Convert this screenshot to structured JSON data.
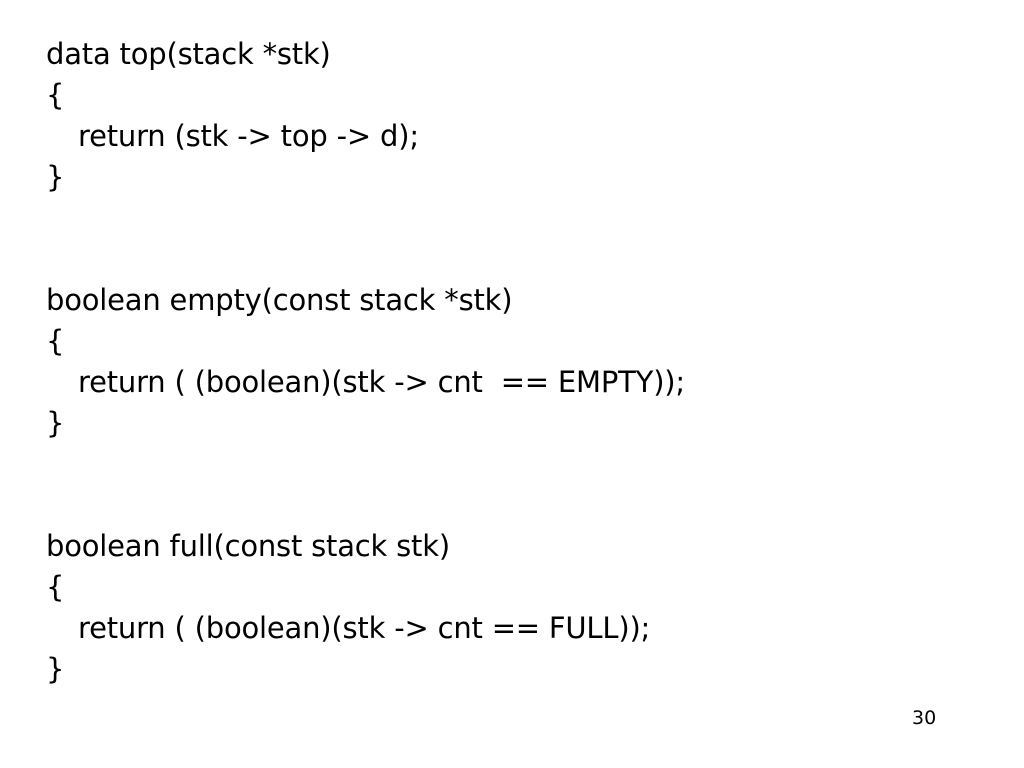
{
  "code_blocks": [
    {
      "signature": "data top(stack *stk)",
      "open_brace": "{",
      "body": "return (stk -> top -> d);",
      "close_brace": "}"
    },
    {
      "signature": "boolean empty(const stack *stk)",
      "open_brace": "{",
      "body": "return ( (boolean)(stk -> cnt  == EMPTY));",
      "close_brace": "}"
    },
    {
      "signature": "boolean full(const stack stk)",
      "open_brace": "{",
      "body": "return ( (boolean)(stk -> cnt == FULL));",
      "close_brace": "}"
    }
  ],
  "page_number": "30"
}
